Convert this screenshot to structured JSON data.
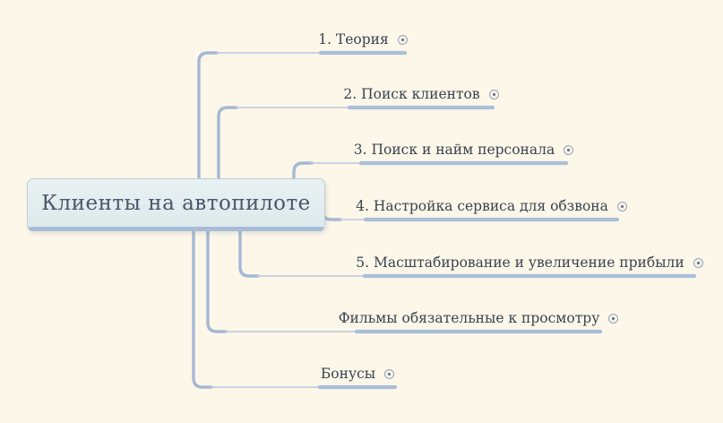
{
  "central_topic": {
    "label": "Клиенты на автопилоте"
  },
  "branches": [
    {
      "label": "1. Теория",
      "icon": "expand-toggle-icon"
    },
    {
      "label": "2. Поиск клиентов",
      "icon": "expand-toggle-icon"
    },
    {
      "label": "3. Поиск и найм персонала",
      "icon": "expand-toggle-icon"
    },
    {
      "label": "4. Настройка сервиса для обзвона",
      "icon": "expand-toggle-icon"
    },
    {
      "label": "5. Масштабирование и увеличение прибыли",
      "icon": "expand-toggle-icon"
    },
    {
      "label": "Фильмы обязательные к просмотру",
      "icon": "expand-toggle-icon"
    },
    {
      "label": "Бонусы",
      "icon": "expand-toggle-icon"
    }
  ],
  "colors": {
    "background": "#fcf7e9",
    "branch_line": "#a5b8d3",
    "thin_line": "#bcc8db",
    "underline": "#a9bed9",
    "topic_text": "#39434e",
    "central_fill_top": "#e9f1f2",
    "central_fill_bottom": "#dde9ec",
    "central_border": "#bccfd7",
    "central_text": "#48586a",
    "central_underbar": "#a7bdd7",
    "toggle_ring": "#95a3b8",
    "toggle_dot": "#5a6b85"
  }
}
